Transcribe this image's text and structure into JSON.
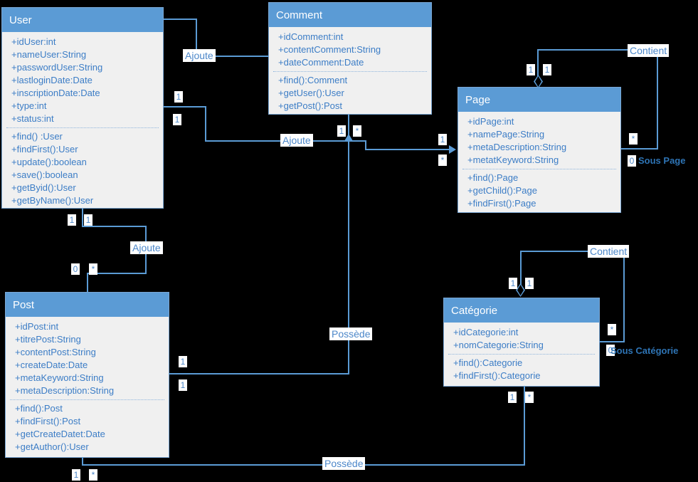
{
  "classes": [
    {
      "name": "User",
      "attributes": [
        "+idUser:int",
        "+nameUser:String",
        "+passwordUser:String",
        "+lastloginDate:Date",
        "+inscriptionDate:Date",
        "+type:int",
        "+status:int"
      ],
      "methods": [
        "+find() :User",
        "+findFirst():User",
        "+update():boolean",
        "+save():boolean",
        "+getByid():User",
        "+getByName():User"
      ]
    },
    {
      "name": "Comment",
      "attributes": [
        "+idComment:int",
        "+contentComment:String",
        "+dateComment:Date"
      ],
      "methods": [
        "+find():Comment",
        "+getUser():User",
        "+getPost():Post"
      ]
    },
    {
      "name": "Page",
      "attributes": [
        "+idPage:int",
        "+namePage:String",
        "+metaDescription:String",
        "+metatKeyword:String"
      ],
      "methods": [
        "+find():Page",
        "+getChild():Page",
        "+findFirst():Page"
      ]
    },
    {
      "name": "Post",
      "attributes": [
        "+idPost:int",
        "+titrePost:String",
        "+contentPost:String",
        "+createDate:Date",
        "+metaKeyword:String",
        "+metaDescription:String"
      ],
      "methods": [
        "+find():Post",
        "+findFirst():Post",
        "+getCreateDatet:Date",
        "+getAuthor():User"
      ]
    },
    {
      "name": "Catégorie",
      "attributes": [
        "+idCategorie:int",
        "+nomCategorie:String"
      ],
      "methods": [
        "+find():Categorie",
        "+findFirst():Categorie"
      ]
    }
  ],
  "edge_labels": {
    "user_comment": "Ajoute",
    "user_page": "Ajoute",
    "user_post": "Ajoute",
    "comment_post": "Possède",
    "post_categorie": "Possède",
    "page_self": "Contient",
    "categorie_self": "Contient",
    "sous_page": "Sous Page",
    "sous_categorie": "Sous Catégorie"
  },
  "multiplicity": {
    "one": "1",
    "many": "*",
    "zero": "0"
  },
  "colors": {
    "background": "#000000",
    "class_header": "#5B9BD5",
    "class_body": "#F0F0F0",
    "member_text": "#3C7DC6",
    "connector": "#5B9BD5",
    "label_text": "#4C87C9",
    "side_label_text": "#2E74B5"
  }
}
